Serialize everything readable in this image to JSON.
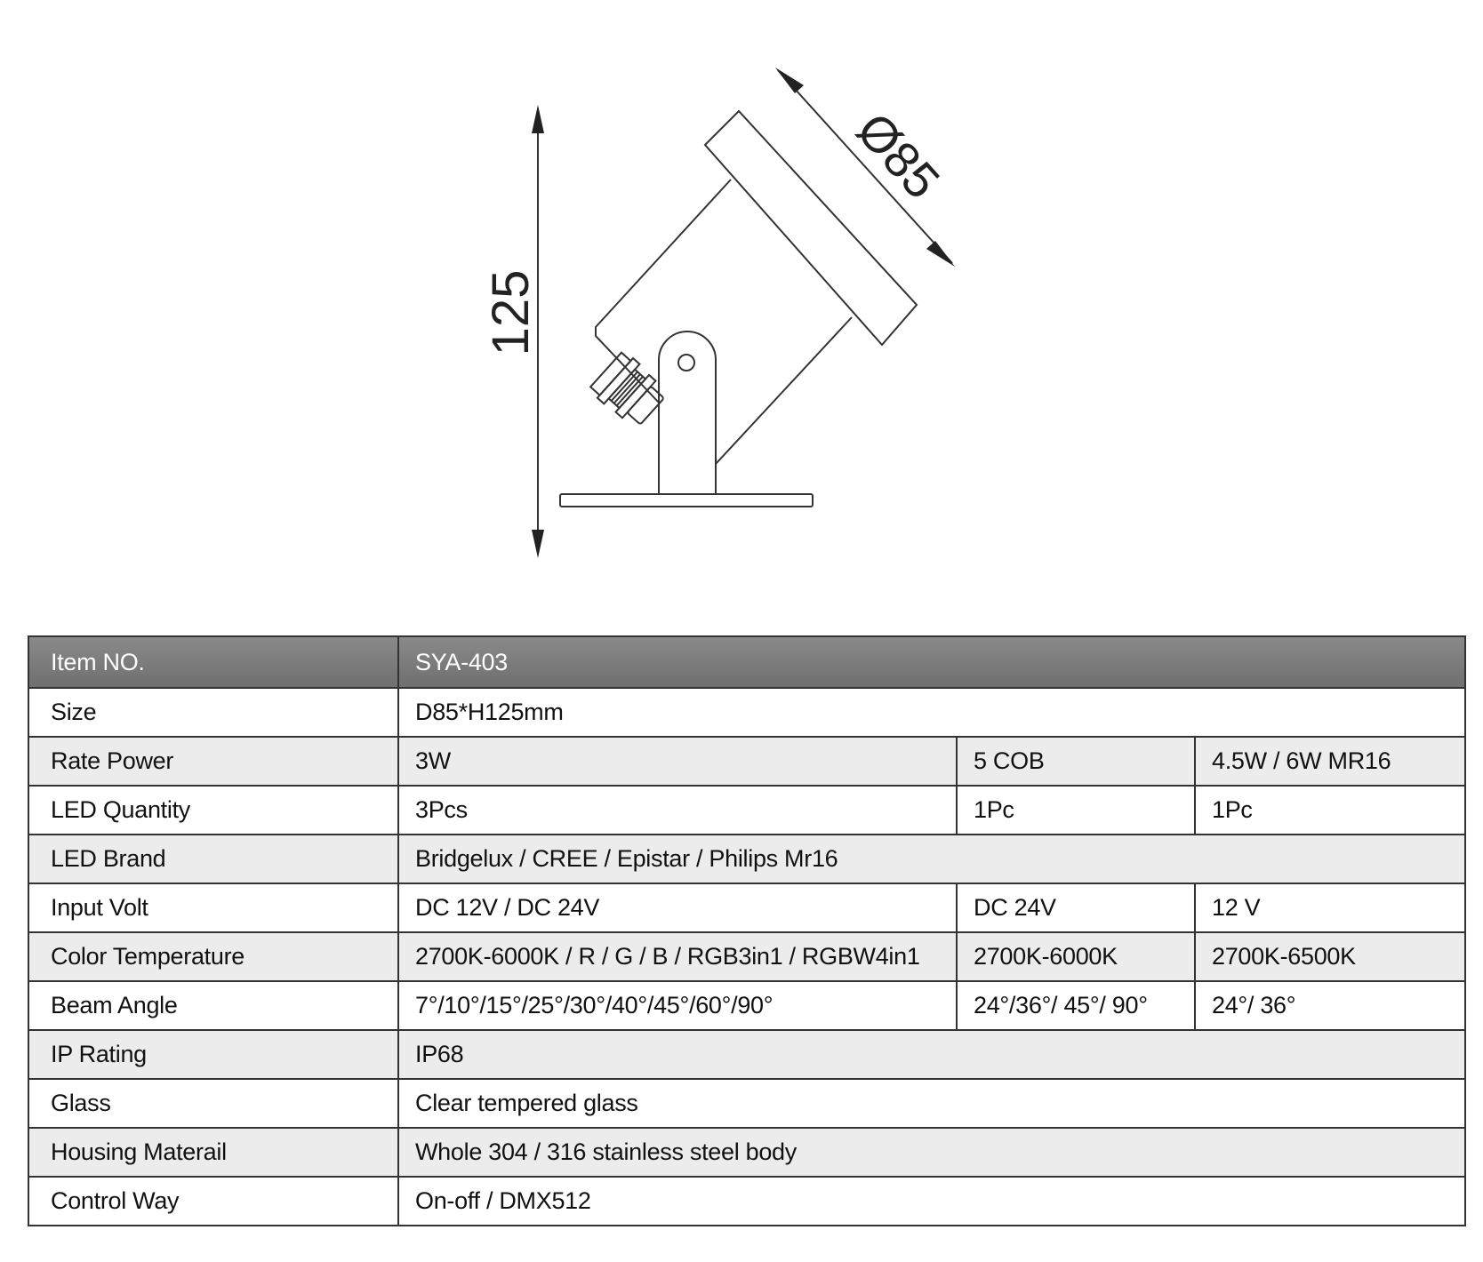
{
  "drawing": {
    "height_label": "125",
    "diameter_label": "Ø85",
    "line_color": "#333333"
  },
  "table": {
    "header": {
      "label": "Item NO.",
      "cells": [
        "SYA-403"
      ]
    },
    "rows": [
      {
        "label": "Size",
        "cells": [
          "D85*H125mm"
        ]
      },
      {
        "label": "Rate Power",
        "cells": [
          "3W",
          "5 COB",
          "4.5W / 6W   MR16"
        ]
      },
      {
        "label": "LED Quantity",
        "cells": [
          "3Pcs",
          "1Pc",
          "1Pc"
        ]
      },
      {
        "label": "LED Brand",
        "cells": [
          "Bridgelux / CREE / Epistar / Philips Mr16"
        ]
      },
      {
        "label": "Input Volt",
        "cells": [
          "DC 12V / DC 24V",
          "DC 24V",
          "12 V"
        ]
      },
      {
        "label": "Color Temperature",
        "cells": [
          "2700K-6000K / R / G / B / RGB3in1 / RGBW4in1",
          "2700K-6000K",
          "2700K-6500K"
        ]
      },
      {
        "label": "Beam Angle",
        "cells": [
          "7°/10°/15°/25°/30°/40°/45°/60°/90°",
          "24°/36°/ 45°/ 90°",
          "24°/ 36°"
        ]
      },
      {
        "label": "IP Rating",
        "cells": [
          "IP68"
        ]
      },
      {
        "label": "Glass",
        "cells": [
          "Clear tempered glass"
        ]
      },
      {
        "label": "Housing Materail",
        "cells": [
          "Whole 304 / 316 stainless steel body"
        ]
      },
      {
        "label": "Control Way",
        "cells": [
          "On-off / DMX512"
        ]
      }
    ]
  }
}
